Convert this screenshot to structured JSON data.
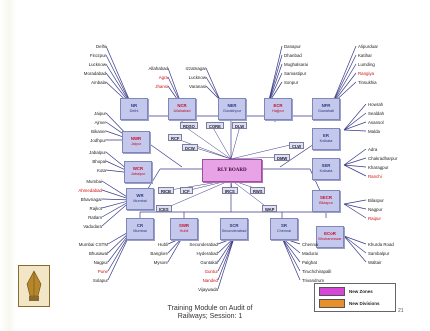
{
  "zones": {
    "nr": {
      "code": "NR",
      "name": "Delhi"
    },
    "ncr": {
      "code": "NCR",
      "name": "Allahabad"
    },
    "ner": {
      "code": "NER",
      "name": "Gorakhpur"
    },
    "ecr": {
      "code": "ECR",
      "name": "Hajipur"
    },
    "nfr": {
      "code": "NFR",
      "name": "Guwahati"
    },
    "nwr": {
      "code": "NWR",
      "name": "Jaipur"
    },
    "wcr": {
      "code": "WCR",
      "name": "Jabalpur"
    },
    "wr": {
      "code": "WR",
      "name": "Mumbai"
    },
    "cr": {
      "code": "CR",
      "name": "Mumbai"
    },
    "swr": {
      "code": "SWR",
      "name": "Hubli"
    },
    "scr": {
      "code": "SCR",
      "name": "Secunderabad"
    },
    "sr": {
      "code": "SR",
      "name": "Chennai"
    },
    "ecor": {
      "code": "ECoR",
      "name": "Bhubaneswar"
    },
    "secr": {
      "code": "SECR",
      "name": "Bilaspur"
    },
    "ser": {
      "code": "SER",
      "name": "Kolkata"
    },
    "er": {
      "code": "ER",
      "name": "Kolkata"
    }
  },
  "board": "RLY BOARD",
  "units": {
    "rdso": "RDSO",
    "core": "CORE",
    "dlw": "DLW",
    "rcf": "RCF",
    "dcw": "DCW",
    "clw": "CLW",
    "dmw": "DMW",
    "ricb": "RICB",
    "icf": "ICF",
    "rws": "RWS",
    "icrs": "IRCS",
    "metro": "METRO",
    "iricen": "IRICEN",
    "wap": "WAP",
    "ices": "ICES"
  },
  "divisions": {
    "nr": [
      "Delhi",
      "Firozpur",
      "Lucknow",
      "Moradabad",
      "Ambala"
    ],
    "ncr": [
      "Allahabad",
      "Agra",
      "Jhansi"
    ],
    "ner": [
      "Izzatnagar",
      "Lucknow",
      "Varanasi"
    ],
    "ecr": [
      "Danapur",
      "Dhanbad",
      "Mughalsarai",
      "Samastipur",
      "Sonpur"
    ],
    "nfr": [
      "Alipurduar",
      "Katihar",
      "Lumding",
      "Rangiya",
      "Tinsukhia"
    ],
    "nwr": [
      "Jaipur",
      "Ajmer",
      "Bikaner",
      "Jodhpur"
    ],
    "wcr": [
      "Jabalpur",
      "Bhopal",
      "Kota"
    ],
    "wr": [
      "Mumbai",
      "Ahmedabad",
      "Bhavnagar",
      "Rajkot",
      "Ratlam",
      "Vadodara"
    ],
    "cr": [
      "Mumbai CSTM",
      "Bhusawal",
      "Nagpur",
      "Pune",
      "Solapur"
    ],
    "swr": [
      "Hubli",
      "Banglore",
      "Mysore"
    ],
    "scr": [
      "Secunderabad",
      "Hyderabad",
      "Guntakal",
      "Guntur",
      "Nanded",
      "Vijaywada"
    ],
    "sr": [
      "Chennai",
      "Madurai",
      "Palghat",
      "Tiruchchirapalli",
      "Trivandrum"
    ],
    "ecor": [
      "Khurda Road",
      "Sambalpur",
      "Waltair"
    ],
    "secr": [
      "Bilaspur",
      "Nagpur",
      "Raipur"
    ],
    "ser": [
      "Adra",
      "Chakradharpur",
      "Kharagpur",
      "Ranchi"
    ],
    "er": [
      "Howrah",
      "Sealdah",
      "Asansol",
      "Malda"
    ]
  },
  "new_division_names": [
    "Agra",
    "Jhansi",
    "Ahmedabad",
    "Pune",
    "Guntur",
    "Nanded",
    "Rangiya",
    "Ranchi",
    "Raipur"
  ],
  "legend": {
    "new_zones": "New Zones",
    "new_divisions": "New Divisions"
  },
  "colors": {
    "new_zones": "#d846d8",
    "new_divisions": "#e8902a",
    "zone_box": "#c3c8ec",
    "board": "#e7a3e6"
  },
  "footer": {
    "line1": "Training Module on Audit of",
    "line2": "Railways;  Session: 1"
  },
  "page_number": "21"
}
